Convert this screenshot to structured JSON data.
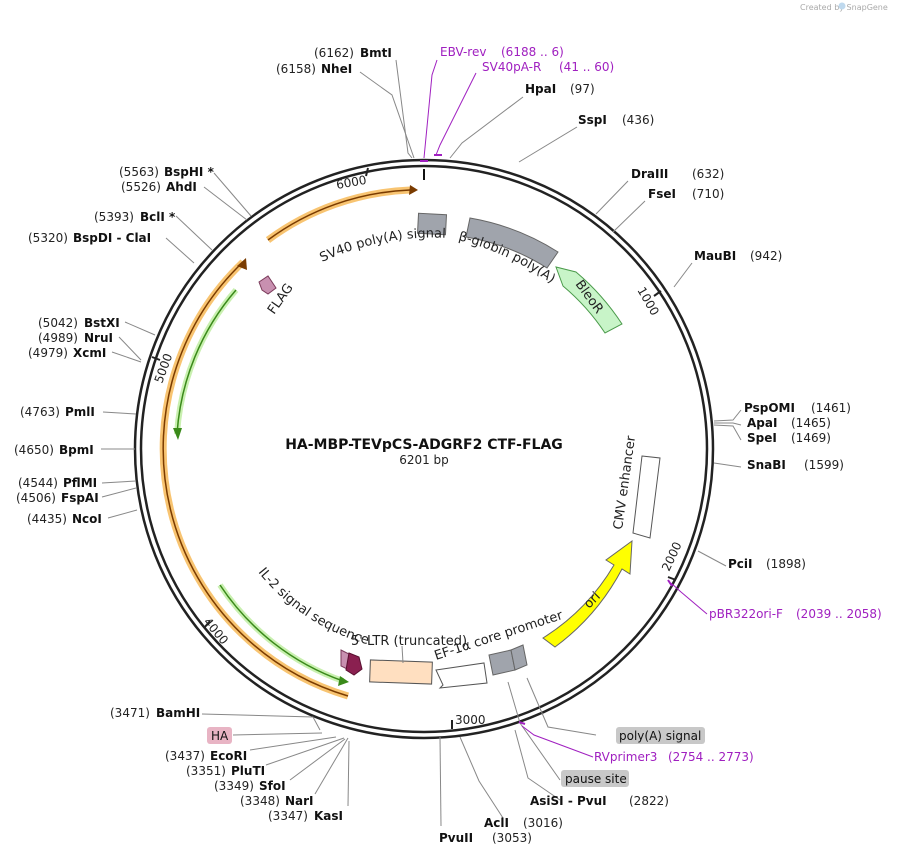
{
  "credit": "Created by  SnapGene",
  "plasmid": {
    "name": "HA-MBP-TEVpCS-ADGRF2 CTF-FLAG",
    "size": "6201 bp"
  },
  "tick_labels": [
    "1000",
    "2000",
    "3000",
    "4000",
    "5000",
    "6000"
  ],
  "enzymes": [
    {
      "pos": "(6162)",
      "name": "BmtI"
    },
    {
      "pos": "(6158)",
      "name": "NheI"
    },
    {
      "pos": "(97)",
      "name": "HpaI"
    },
    {
      "pos": "(436)",
      "name": "SspI"
    },
    {
      "pos": "(632)",
      "name": "DraIII"
    },
    {
      "pos": "(710)",
      "name": "FseI"
    },
    {
      "pos": "(942)",
      "name": "MauBI"
    },
    {
      "pos": "(1461)",
      "name": "PspOMI"
    },
    {
      "pos": "(1465)",
      "name": "ApaI"
    },
    {
      "pos": "(1469)",
      "name": "SpeI"
    },
    {
      "pos": "(1599)",
      "name": "SnaBI"
    },
    {
      "pos": "(1898)",
      "name": "PciI"
    },
    {
      "pos": "(2822)",
      "name": "AsiSI  -  PvuI"
    },
    {
      "pos": "(3016)",
      "name": "AclI"
    },
    {
      "pos": "(3053)",
      "name": "PvuII"
    },
    {
      "pos": "(3347)",
      "name": "KasI"
    },
    {
      "pos": "(3348)",
      "name": "NarI"
    },
    {
      "pos": "(3349)",
      "name": "SfoI"
    },
    {
      "pos": "(3351)",
      "name": "PluTI"
    },
    {
      "pos": "(3437)",
      "name": "EcoRI"
    },
    {
      "pos": "(3471)",
      "name": "BamHI"
    },
    {
      "pos": "(4435)",
      "name": "NcoI"
    },
    {
      "pos": "(4506)",
      "name": "FspAI"
    },
    {
      "pos": "(4544)",
      "name": "PflMI"
    },
    {
      "pos": "(4650)",
      "name": "BpmI"
    },
    {
      "pos": "(4763)",
      "name": "PmlI"
    },
    {
      "pos": "(4979)",
      "name": "XcmI"
    },
    {
      "pos": "(4989)",
      "name": "NruI"
    },
    {
      "pos": "(5042)",
      "name": "BstXI"
    },
    {
      "pos": "(5320)",
      "name": "BspDI  -  ClaI"
    },
    {
      "pos": "(5393)",
      "name": "BclI *"
    },
    {
      "pos": "(5526)",
      "name": "AhdI"
    },
    {
      "pos": "(5563)",
      "name": "BspHI *"
    }
  ],
  "primers": [
    {
      "name": "EBV-rev",
      "range": "(6188 .. 6)"
    },
    {
      "name": "SV40pA-R",
      "range": "(41 .. 60)"
    },
    {
      "name": "pBR322ori-F",
      "range": "(2039 .. 2058)"
    },
    {
      "name": "RVprimer3",
      "range": "(2754 .. 2773)"
    }
  ],
  "boxed_labels": [
    {
      "name": "HA",
      "color": "#e8b4c4"
    },
    {
      "name": "poly(A) signal",
      "color": "#c8c8c8"
    },
    {
      "name": "pause site",
      "color": "#c8c8c8"
    }
  ],
  "features": [
    {
      "name": "SV40 poly(A) signal",
      "color": "#a0a4ac"
    },
    {
      "name": "β-globin poly(A)",
      "color": "#a0a4ac"
    },
    {
      "name": "BleoR",
      "color": "#c8f4c8"
    },
    {
      "name": "FLAG",
      "color": "#c890b0"
    },
    {
      "name": "CMV enhancer",
      "color": "#ffffff"
    },
    {
      "name": "ori",
      "color": "#ffff00"
    },
    {
      "name": "EF-1α core promoter",
      "color": "#ffffff"
    },
    {
      "name": "5' LTR (truncated)",
      "color": "#ffdfc0"
    },
    {
      "name": "IL-2 signal sequence",
      "color": "#a0306a"
    }
  ],
  "colors": {
    "backbone": "#222222",
    "orf_orange": "#f5b041",
    "orf_green": "#3a8a1a",
    "primer_purple": "#a020c0",
    "lead_line": "#888888"
  }
}
